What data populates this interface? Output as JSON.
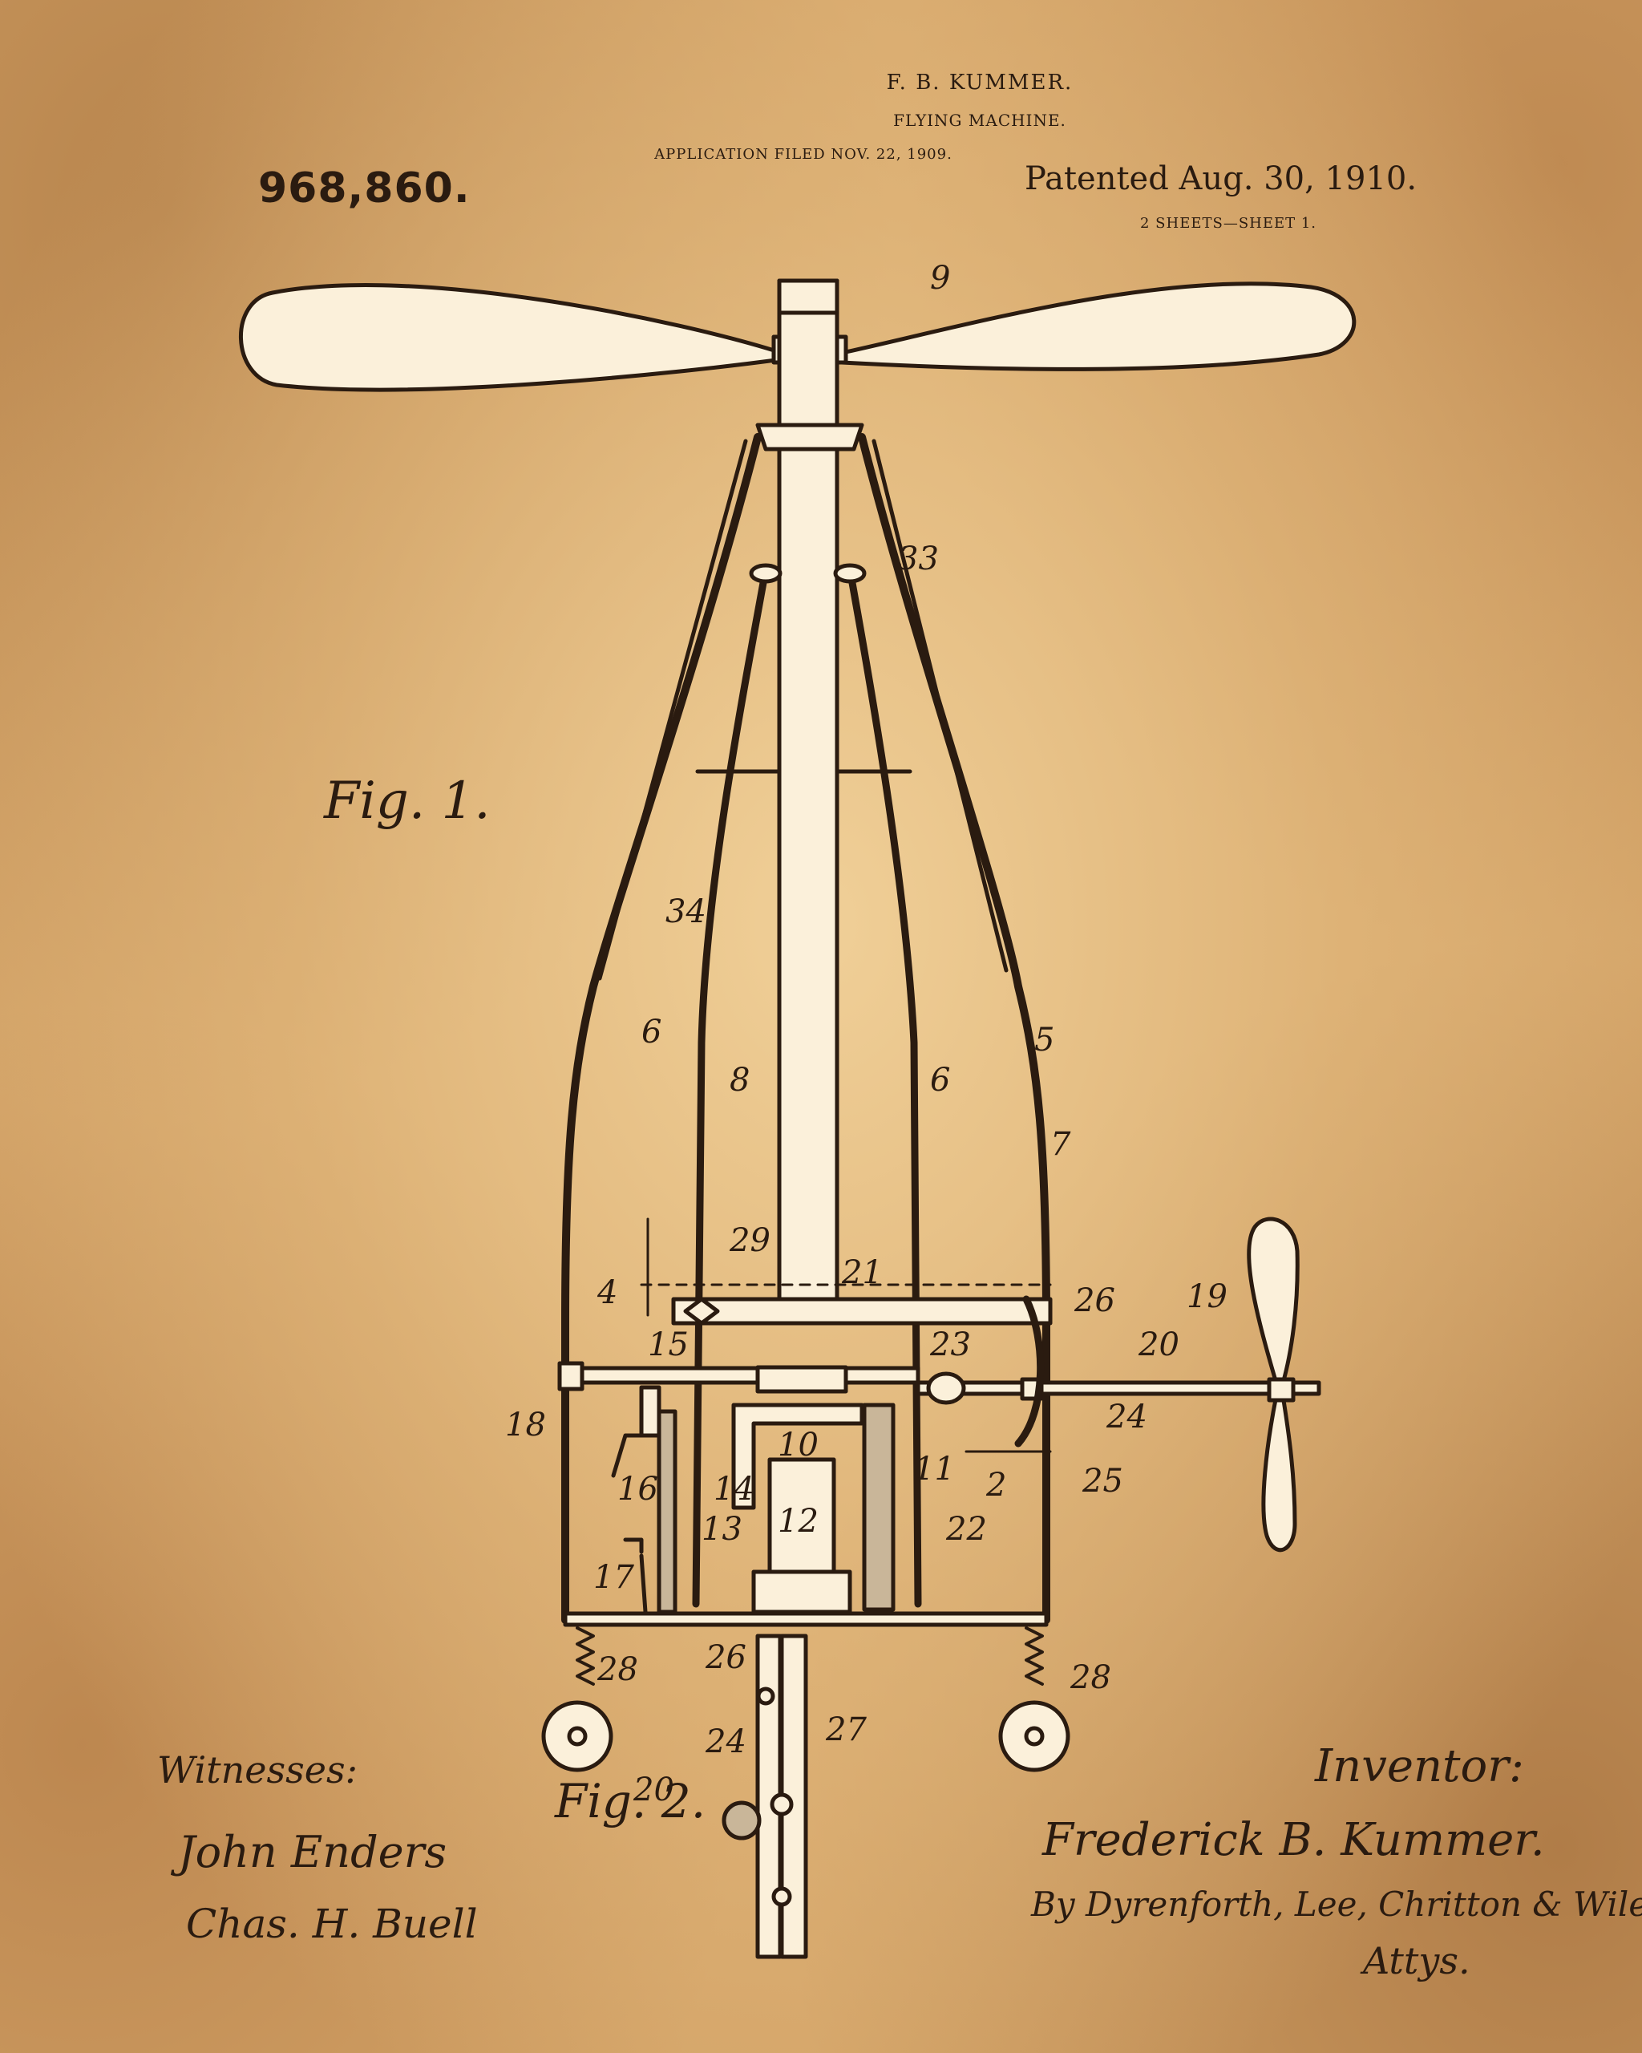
{
  "header": {
    "inventor_name": "F. B. KUMMER.",
    "title": "FLYING MACHINE.",
    "application_filed": "APPLICATION FILED NOV. 22, 1909.",
    "patent_number": "968,860.",
    "patented_date": "Patented Aug. 30, 1910.",
    "sheets": "2 SHEETS—SHEET 1."
  },
  "figures": {
    "fig1": "Fig. 1.",
    "fig2": "Fig. 2."
  },
  "reference_numerals": {
    "n9": "9",
    "n33": "33",
    "n34": "34",
    "n6a": "6",
    "n6b": "6",
    "n8": "8",
    "n5": "5",
    "n7": "7",
    "n4": "4",
    "n29": "29",
    "n21": "21",
    "n26a": "26",
    "n19": "19",
    "n20a": "20",
    "n15": "15",
    "n23": "23",
    "n24a": "24",
    "n18": "18",
    "n10": "10",
    "n11": "11",
    "n2": "2",
    "n25": "25",
    "n16": "16",
    "n14": "14",
    "n13": "13",
    "n12": "12",
    "n22": "22",
    "n17": "17",
    "n28a": "28",
    "n28b": "28",
    "n26b": "26",
    "n27": "27",
    "n24b": "24",
    "n20b": "20"
  },
  "signatures": {
    "witnesses_label": "Witnesses:",
    "witness_1": "John Enders",
    "witness_2": "Chas. H. Buell",
    "inventor_label": "Inventor:",
    "inventor_signature": "Frederick B. Kummer.",
    "attorneys": "By Dyrenforth, Lee, Chritton & Wiles.",
    "attys": "Attys."
  },
  "colors": {
    "paper": "#d4a468",
    "ink": "#2a1b10",
    "fill": "#fbf0da"
  }
}
